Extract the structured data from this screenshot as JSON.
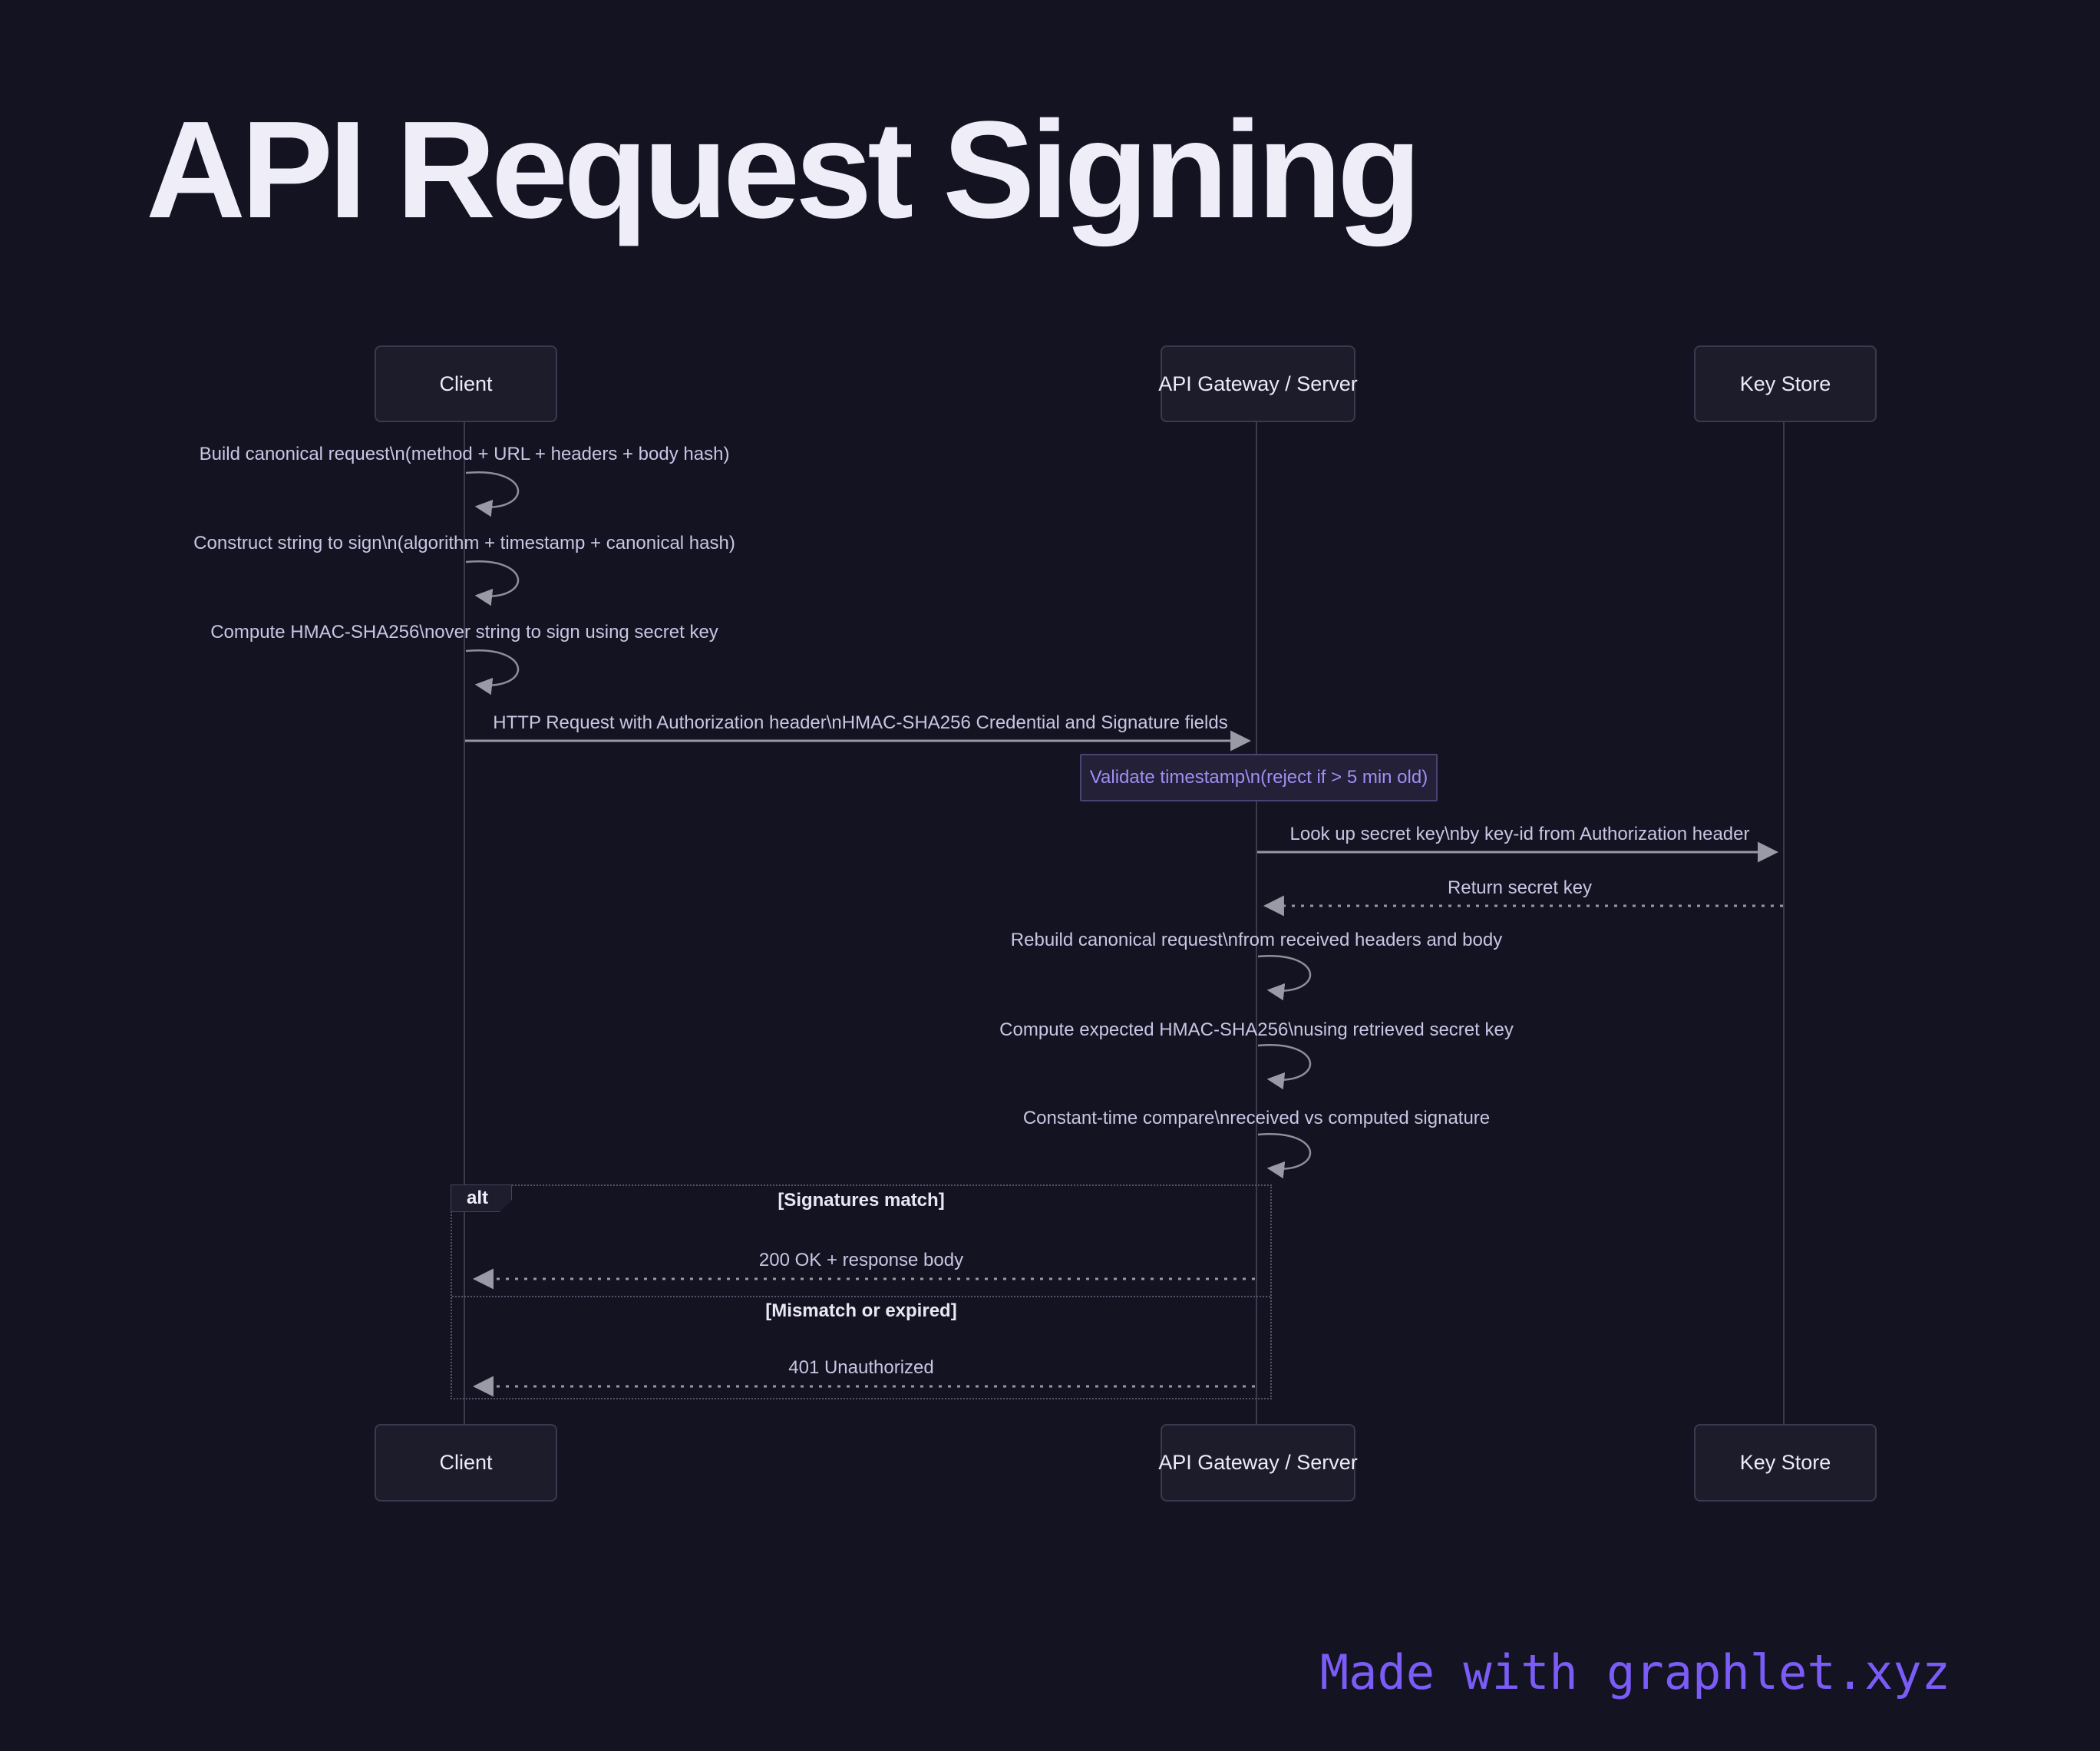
{
  "title": "API Request Signing",
  "participants": [
    {
      "label": "Client"
    },
    {
      "label": "API Gateway / Server"
    },
    {
      "label": "Key Store"
    }
  ],
  "messages": [
    {
      "kind": "self",
      "from": "Client",
      "label": "Build canonical request\\n(method + URL + headers + body hash)"
    },
    {
      "kind": "self",
      "from": "Client",
      "label": "Construct string to sign\\n(algorithm + timestamp + canonical hash)"
    },
    {
      "kind": "self",
      "from": "Client",
      "label": "Compute HMAC-SHA256\\nover string to sign using secret key"
    },
    {
      "kind": "solid",
      "from": "Client",
      "to": "API Gateway / Server",
      "label": "HTTP Request with Authorization header\\nHMAC-SHA256 Credential and Signature fields"
    },
    {
      "kind": "solid",
      "from": "API Gateway / Server",
      "to": "Key Store",
      "label": "Look up secret key\\nby key-id from Authorization header"
    },
    {
      "kind": "dashed",
      "from": "Key Store",
      "to": "API Gateway / Server",
      "label": "Return secret key"
    },
    {
      "kind": "self",
      "from": "API Gateway / Server",
      "label": "Rebuild canonical request\\nfrom received headers and body"
    },
    {
      "kind": "self",
      "from": "API Gateway / Server",
      "label": "Compute expected HMAC-SHA256\\nusing retrieved secret key"
    },
    {
      "kind": "self",
      "from": "API Gateway / Server",
      "label": "Constant-time compare\\nreceived vs computed signature"
    }
  ],
  "note": {
    "over": "API Gateway / Server",
    "label": "Validate timestamp\\n(reject if > 5 min old)"
  },
  "alt": {
    "tag": "alt",
    "branches": [
      {
        "condition": "[Signatures match]",
        "message": {
          "kind": "dashed",
          "from": "API Gateway / Server",
          "to": "Client",
          "label": "200 OK + response body"
        }
      },
      {
        "condition": "[Mismatch or expired]",
        "message": {
          "kind": "dashed",
          "from": "API Gateway / Server",
          "to": "Client",
          "label": "401 Unauthorized"
        }
      }
    ]
  },
  "footer": {
    "credit": "Made with graphlet.xyz"
  },
  "colors": {
    "background": "#141321",
    "participant_fill": "#1d1c2b",
    "participant_border": "#3a3950",
    "message_text": "#c9c5e4",
    "arrow": "#9a99a6",
    "note_fill": "#232038",
    "note_border": "#494273",
    "note_text": "#a18ff2",
    "accent_purple": "#7b5cf7"
  }
}
